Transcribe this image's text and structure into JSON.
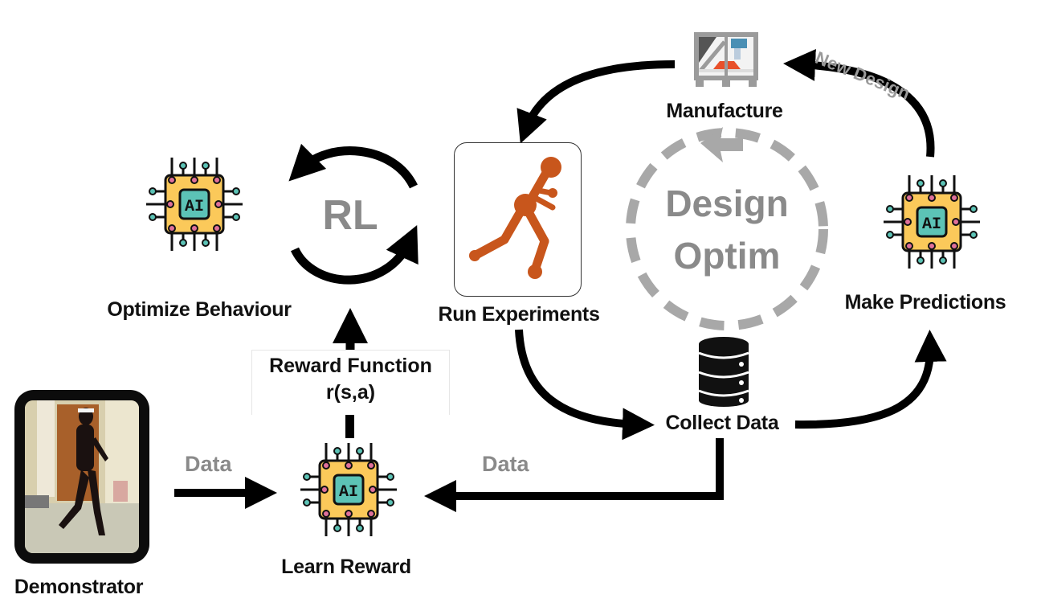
{
  "nodes": {
    "optimize_behaviour": {
      "label": "Optimize Behaviour",
      "icon": "ai-chip-icon"
    },
    "run_experiments": {
      "label": "Run Experiments",
      "icon": "humanoid-simulation-image"
    },
    "manufacture": {
      "label": "Manufacture",
      "icon": "3d-printer-icon"
    },
    "make_predictions": {
      "label": "Make Predictions",
      "icon": "ai-chip-icon"
    },
    "collect_data": {
      "label": "Collect Data",
      "icon": "database-icon"
    },
    "learn_reward": {
      "label": "Learn Reward",
      "icon": "ai-chip-icon"
    },
    "demonstrator": {
      "label": "Demonstrator",
      "icon": "demonstrator-photo"
    }
  },
  "loops": {
    "rl": {
      "label": "RL"
    },
    "design_optim": {
      "line1": "Design",
      "line2": "Optim"
    }
  },
  "edges": {
    "new_design": {
      "label": "New Design",
      "from": "Make Predictions",
      "to": "Manufacture"
    },
    "demo_data": {
      "label": "Data",
      "from": "Demonstrator",
      "to": "Learn Reward"
    },
    "collected_data": {
      "label": "Data",
      "from": "Collect Data",
      "to": "Learn Reward"
    },
    "reward_function": {
      "line1": "Reward Function",
      "line2": "r(s,a)",
      "from": "Learn Reward",
      "to": "Optimize Behaviour"
    },
    "manufacture_to_experiments": {
      "from": "Manufacture",
      "to": "Run Experiments"
    },
    "experiments_to_collect": {
      "from": "Run Experiments",
      "to": "Collect Data"
    },
    "collect_to_predictions": {
      "from": "Collect Data",
      "to": "Make Predictions"
    }
  },
  "colors": {
    "chip_body": "#fbc95a",
    "chip_core": "#5cc3b6",
    "pin_pink": "#e0709a",
    "pin_teal": "#5cc3b6",
    "arrow": "#000000",
    "gray_label": "#8a8a8a",
    "dash_loop": "#a8a8a8",
    "robot": "#c8561c"
  }
}
